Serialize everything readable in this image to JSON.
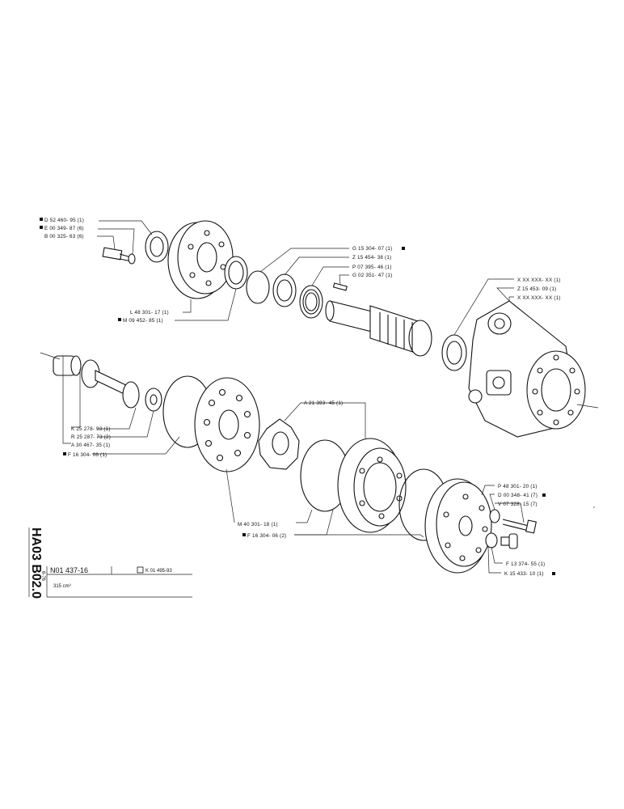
{
  "sheet": {
    "vertical_code": "HA03 B02.0",
    "vertical_small": "6-76",
    "drawing_number": "N01 437-16",
    "ref_number": "K 01 495-93",
    "displacement": "315 cm³"
  },
  "callouts": {
    "d52": "D 52 460- 95 (1)",
    "e00": "E 00 349- 87 (6)",
    "b00": "B 00 325- 63 (6)",
    "l48": "L 48 301- 17 (1)",
    "m09": "M 09 452- 85 (1)",
    "g15": "G 15 304- 07 (1)",
    "z15a": "Z 15 454- 38 (1)",
    "p07": "P 07 395- 46 (1)",
    "g02": "G 02 351- 47 (1)",
    "xxa": "X XX XXX- XX (1)",
    "z15b": "Z 15 453- 09 (1)",
    "xxb": "X XX XXX- XX (1)",
    "k25": "K 25 278- 93 (1)",
    "r25": "R 25 287- 73 (2)",
    "a30": "A 30 467- 35 (1)",
    "f16a": "F 16 304- 06 (1)",
    "a21": "A 21 393- 45 (1)",
    "m40": "M 40 301- 18 (1)",
    "f16b": "F 16 304- 06 (2)",
    "p48": "P 48 301- 20 (1)",
    "d00": "D 00 348- 41 (7)",
    "v07": "V 07 328- 15 (7)",
    "f13": "F 13 374- 55 (1)",
    "k15": "K 15 433- 10 (1)"
  }
}
